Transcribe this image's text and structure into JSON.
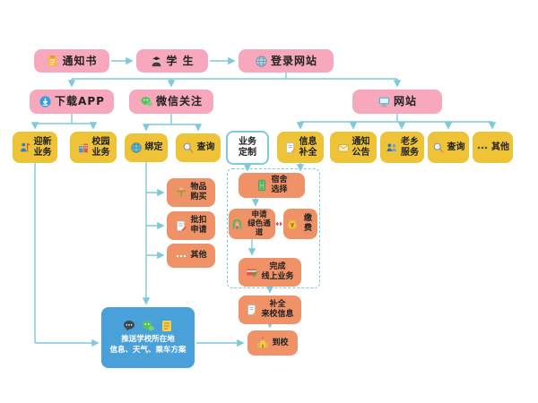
{
  "colors": {
    "pink": "#f7a8bc",
    "yellow": "#eec337",
    "orange": "#ef9268",
    "blue": "#4aa0d8",
    "arrow": "#7fc9da",
    "dashed_arrow": "#d9534f"
  },
  "nodes": {
    "notice": {
      "label": "通知书",
      "icon": "notepad-icon"
    },
    "student": {
      "label": "学 生",
      "icon": "student-icon"
    },
    "login": {
      "label": "登录网站",
      "icon": "globe-icon"
    },
    "app": {
      "label": "下载APP",
      "icon": "download-icon"
    },
    "wechat": {
      "label": "微信关注",
      "icon": "wechat-icon"
    },
    "website": {
      "label": "网站",
      "icon": "monitor-icon"
    },
    "welcome": {
      "label": "迎新\n业务",
      "icon": "flag-person-icon"
    },
    "campus": {
      "label": "校园\n业务",
      "icon": "campus-building-icon"
    },
    "bind": {
      "label": "绑定",
      "icon": "globe-icon"
    },
    "query_wechat": {
      "label": "查询",
      "icon": "search-icon"
    },
    "custom": {
      "label": "业务\n定制"
    },
    "info_complete": {
      "label": "信息\n补全",
      "icon": "form-pencil-icon"
    },
    "announce": {
      "label": "通知\n公告",
      "icon": "mail-icon"
    },
    "hometown": {
      "label": "老乡\n服务",
      "icon": "people-icon"
    },
    "query_web": {
      "label": "查询",
      "icon": "search-icon"
    },
    "other_web": {
      "label": "其他",
      "icon": "ellipsis-icon"
    },
    "purchase": {
      "label": "物品\n购买",
      "icon": "package-icon"
    },
    "deduct": {
      "label": "批扣\n申请",
      "icon": "doc-pen-icon"
    },
    "other_app": {
      "label": "其他",
      "icon": "ellipsis-icon"
    },
    "dorm": {
      "label": "宿舍\n选择",
      "icon": "wardrobe-icon"
    },
    "green_channel": {
      "label": "申请\n绿色通道",
      "icon": "green-channel-icon"
    },
    "pay": {
      "label": "缴费",
      "icon": "moneybag-icon"
    },
    "finish_online": {
      "label": "完成\n线上业务",
      "icon": "card-check-icon"
    },
    "arrival_info": {
      "label": "补全\n来校信息",
      "icon": "form-pencil-icon"
    },
    "arrive": {
      "label": "到校",
      "icon": "school-icon"
    },
    "push": {
      "label": "推送学校所在地\n信息、天气、乘车方案",
      "icons": [
        "chat-bubble-icon",
        "wechat-icon",
        "doc-icon"
      ]
    }
  }
}
